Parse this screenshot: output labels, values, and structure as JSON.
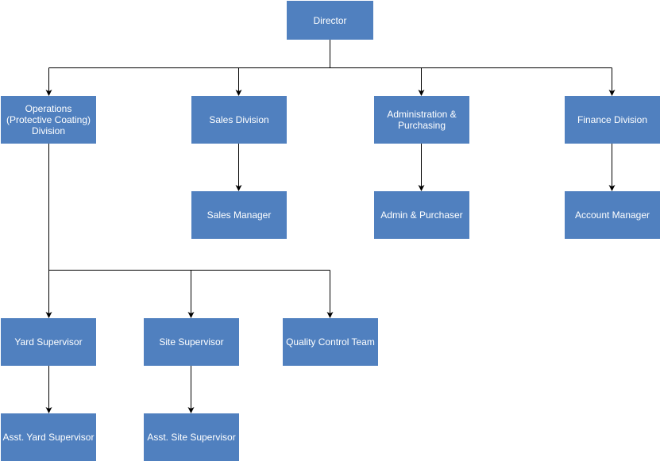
{
  "nodes": {
    "director": "Director",
    "operations": "Operations\n(Protective Coating)\nDivision",
    "sales_division": "Sales Division",
    "administration": "Administration &\nPurchasing",
    "finance_division": "Finance Division",
    "sales_manager": "Sales Manager",
    "admin_purchaser": "Admin & Purchaser",
    "account_manager": "Account Manager",
    "yard_supervisor": "Yard Supervisor",
    "site_supervisor": "Site Supervisor",
    "quality_control": "Quality Control Team",
    "asst_yard_supervisor": "Asst. Yard Supervisor",
    "asst_site_supervisor": "Asst. Site Supervisor"
  },
  "colors": {
    "node_fill": "#5080bf",
    "node_text": "#ffffff",
    "connector": "#000000"
  }
}
